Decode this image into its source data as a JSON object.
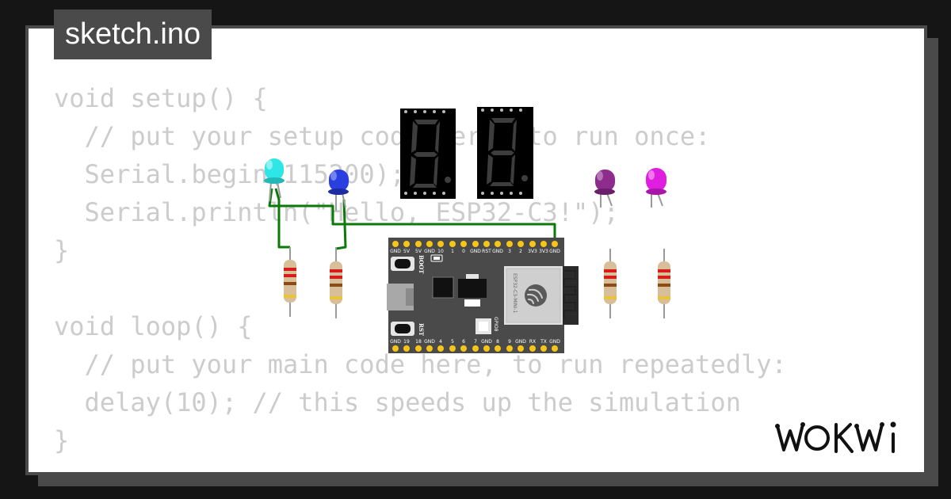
{
  "window": {
    "tab_title": "sketch.ino"
  },
  "editor": {
    "lines": [
      "void setup() {",
      "  // put your setup code here, to run once:",
      "  Serial.begin(115200);",
      "  Serial.println(\"Hello, ESP32-C3!\");",
      "}",
      "",
      "void loop() {",
      "  // put your main code here, to run repeatedly:",
      "  delay(10); // this speeds up the simulation",
      "}"
    ]
  },
  "board": {
    "top_pins": [
      "GND",
      "5V",
      "5V",
      "GND",
      "10",
      "1",
      "0",
      "GND",
      "RST",
      "GND",
      "3",
      "2",
      "3V3",
      "3V3",
      "GND"
    ],
    "bottom_pins": [
      "GND",
      "19",
      "18",
      "GND",
      "4",
      "5",
      "6",
      "7",
      "GND",
      "8",
      "9",
      "GND",
      "RX",
      "TX",
      "GND"
    ],
    "boot_label": "BOOT",
    "rst_label": "RST",
    "gpio_label": "GPIO8",
    "module_label": "ESP32-C3-MINI-1"
  },
  "leds": [
    {
      "name": "cyan",
      "color": "#2ee6e6"
    },
    {
      "name": "blue",
      "color": "#2a3fe0"
    },
    {
      "name": "purple",
      "color": "#8e2c8e"
    },
    {
      "name": "magenta",
      "color": "#e01ee0"
    }
  ],
  "colors": {
    "wire": "#0a7a0a",
    "board": "#4a4a4a",
    "background": "#151515",
    "segment_off": "#3d3d3d"
  },
  "brand": {
    "logo_text": "WOKWi"
  }
}
